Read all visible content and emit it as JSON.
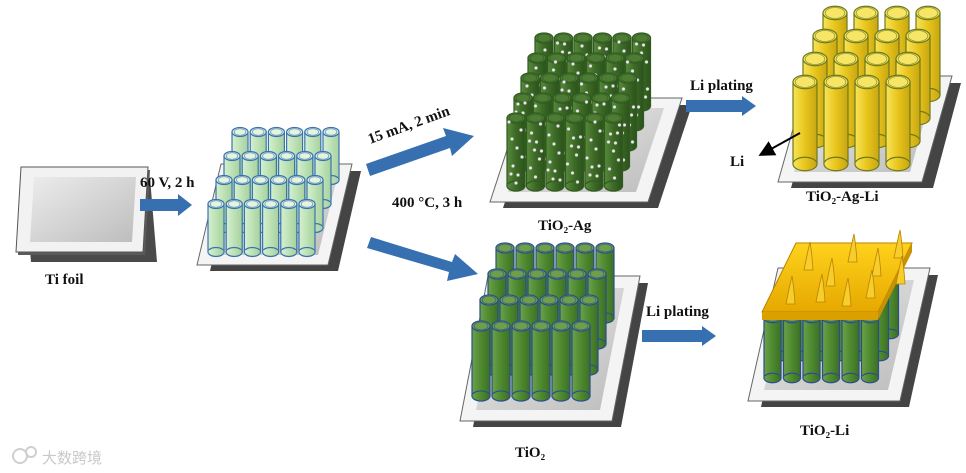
{
  "labels": {
    "ti_foil": "Ti  foil",
    "anodize": "60 V, 2 h",
    "plating_ag": "15 mA, 2 min",
    "anneal": "400 °C, 3 h",
    "tio2_ag": "TiO₂-Ag",
    "tio2": "TiO₂",
    "li_plating_top": "Li plating",
    "li_plating_bottom": "Li plating",
    "li": "Li",
    "tio2_ag_li": "TiO₂-Ag-Li",
    "tio2_li": "TiO₂-Li"
  },
  "watermark": "大数跨境",
  "colors": {
    "arrow": "#3670b1",
    "tube_fresh": "#bfe3b8",
    "tube_fresh_edge": "#3a74b0",
    "tube_green": "#4b8a2c",
    "tube_green_edge": "#2a4f8c",
    "tube_ag": "#3c6a26",
    "tube_gold": "#f1d22a",
    "li_layer": "#f2be00",
    "plate_face": "#c8c8c8",
    "plate_shadow": "#555555"
  },
  "icons": [
    "ti-foil-plate",
    "process-arrow",
    "nanotube-array",
    "ag-nanoparticle",
    "li-dendrite"
  ]
}
